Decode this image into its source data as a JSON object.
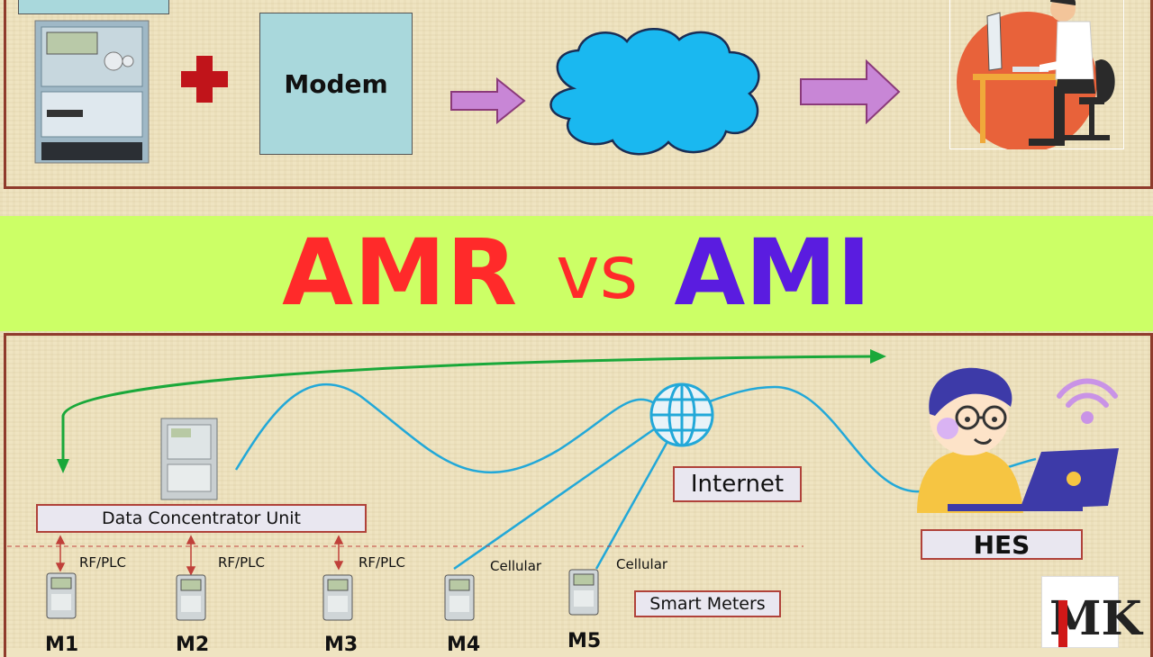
{
  "title": {
    "left": "AMR",
    "middle": "vs",
    "right": "AMI"
  },
  "amr": {
    "modem_label": "Modem"
  },
  "ami": {
    "dcu_label": "Data Concentrator Unit",
    "internet_label": "Internet",
    "hes_label": "HES",
    "smart_meters_label": "Smart Meters",
    "links": [
      "RF/PLC",
      "RF/PLC",
      "RF/PLC",
      "Cellular",
      "Cellular"
    ],
    "meters": [
      "M1",
      "M2",
      "M3",
      "M4",
      "M5"
    ]
  },
  "logo_text": "MK",
  "colors": {
    "banner": "#ccff66",
    "amr_text": "#ff2a2a",
    "ami_text": "#5a1ce0",
    "cloud": "#1ab8f0",
    "arrow": "#c886d6",
    "plus": "#c0141a",
    "green_arrow": "#1aa83a",
    "wave": "#22a8d8"
  }
}
